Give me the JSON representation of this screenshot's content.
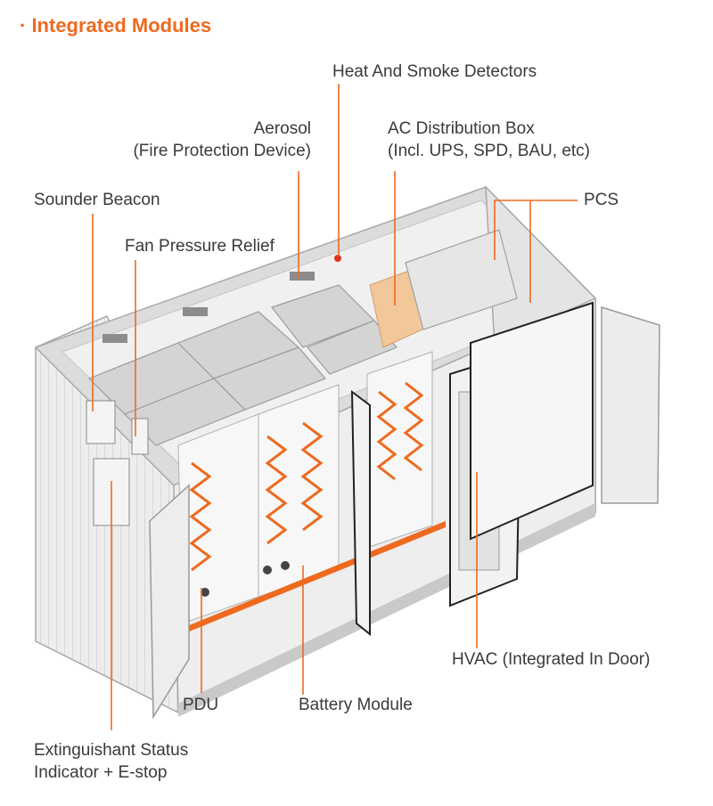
{
  "title": "· Integrated Modules",
  "colors": {
    "accent": "#ee6a1f",
    "label_text": "#3a3a3a",
    "container": "#ececec",
    "container_edge": "#9a9a9a"
  },
  "labels": {
    "heat_smoke_detectors": "Heat And Smoke Detectors",
    "aerosol_line1": "Aerosol",
    "aerosol_line2": "(Fire Protection Device)",
    "ac_box_line1": "AC Distribution Box",
    "ac_box_line2": "(Incl. UPS, SPD, BAU, etc)",
    "sounder_beacon": "Sounder Beacon",
    "pcs": "PCS",
    "fan_pressure_relief": "Fan Pressure Relief",
    "hvac": "HVAC (Integrated In Door)",
    "pdu": "PDU",
    "battery_module": "Battery Module",
    "extinguishant_line1": "Extinguishant Status",
    "extinguishant_line2": "Indicator + E-stop"
  }
}
